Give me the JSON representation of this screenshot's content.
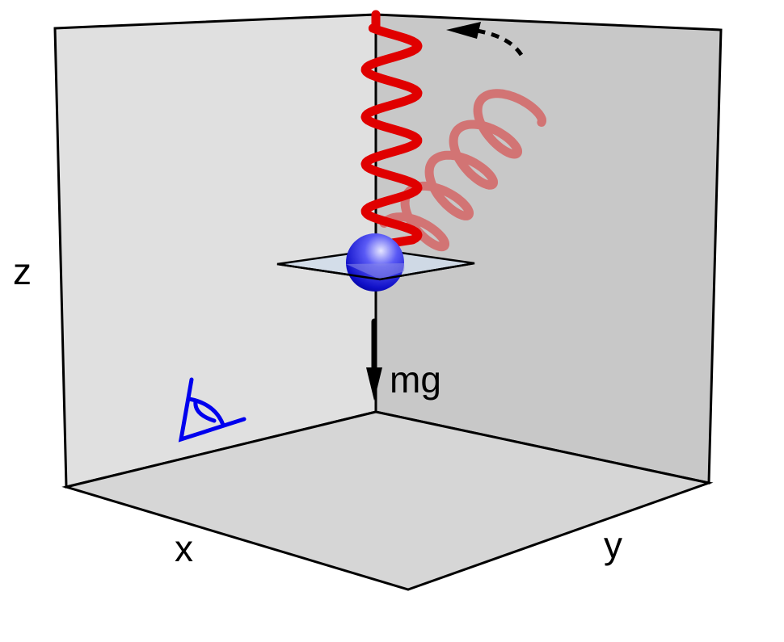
{
  "labels": {
    "z": "z",
    "x": "x",
    "y": "y",
    "force": "mg"
  },
  "colors": {
    "spring": "#e00000",
    "ball": "#1010d0",
    "eye": "#0000ee",
    "wall_left": "#e0e0e0",
    "wall_right": "#c8c8c8",
    "floor": "#d6d6d6"
  },
  "icons": {
    "observer": "eye-icon",
    "rotation": "dashed-curved-arrow-icon"
  }
}
